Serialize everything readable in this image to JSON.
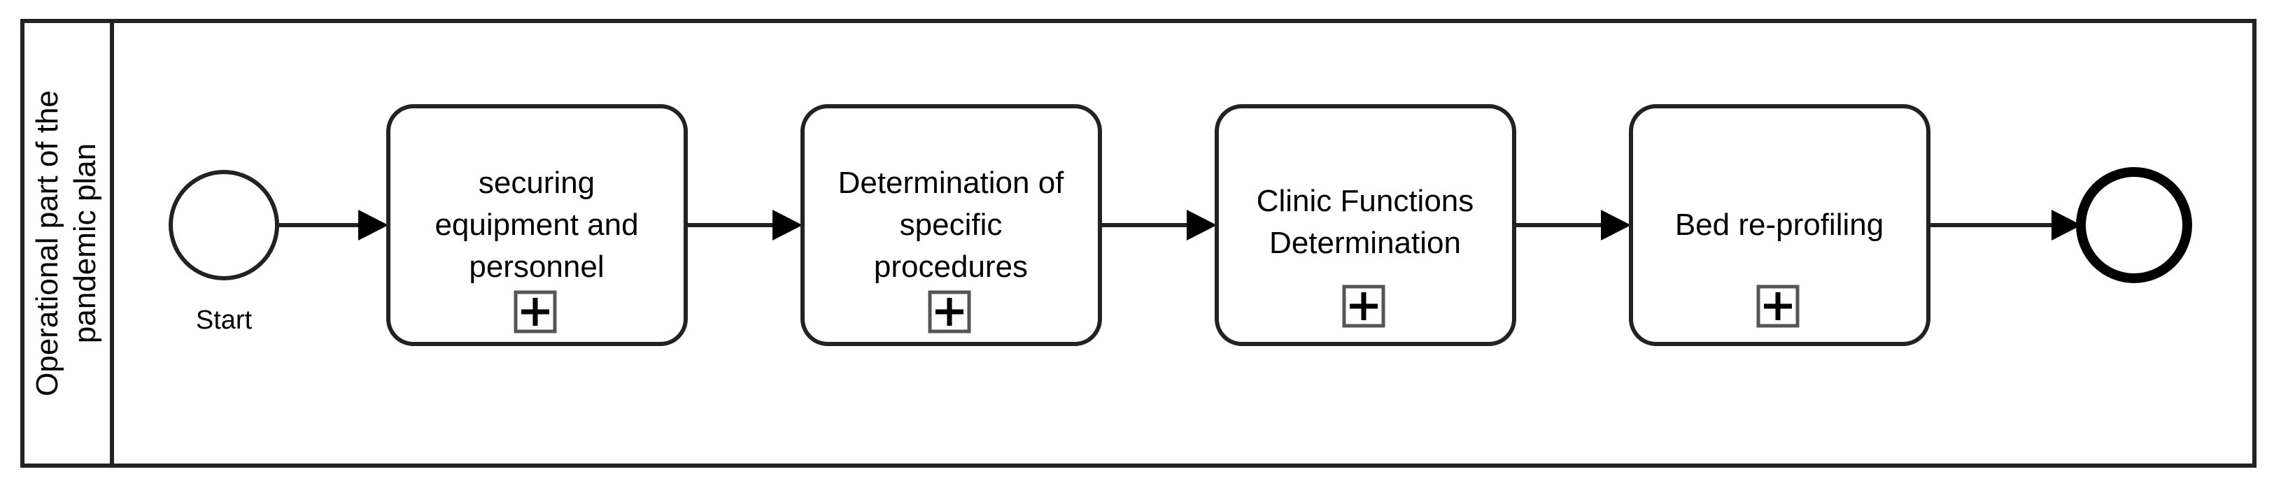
{
  "pool": {
    "lane_label_line1": "Operational part of the",
    "lane_label_line2": "pandemic plan"
  },
  "start_event": {
    "label": "Start"
  },
  "tasks": [
    {
      "lines": [
        "securing",
        "equipment and",
        "personnel"
      ],
      "subprocess_marker": "plus-icon"
    },
    {
      "lines": [
        "Determination of",
        "specific",
        "procedures"
      ],
      "subprocess_marker": "plus-icon"
    },
    {
      "lines": [
        "Clinic Functions",
        "Determination"
      ],
      "subprocess_marker": "plus-icon"
    },
    {
      "lines": [
        "Bed re-profiling"
      ],
      "subprocess_marker": "plus-icon"
    }
  ],
  "end_event": {
    "label": ""
  },
  "colors": {
    "stroke": "#222222",
    "fill": "#ffffff",
    "marker_stroke": "#555555"
  }
}
